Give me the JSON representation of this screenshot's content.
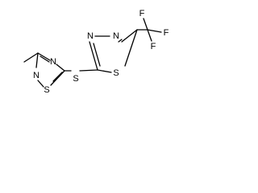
{
  "molecule": {
    "atoms": {
      "n_top_left": "N",
      "n_bottom_left": "N",
      "s_ring_left": "S",
      "s_linker": "S",
      "n_ring_right_a": "N",
      "n_ring_right_b": "N",
      "s_ring_right": "S",
      "f_top": "F",
      "f_right": "F",
      "f_bottom": "F"
    },
    "colors": {
      "ink": "#000000",
      "background": "#ffffff"
    }
  }
}
